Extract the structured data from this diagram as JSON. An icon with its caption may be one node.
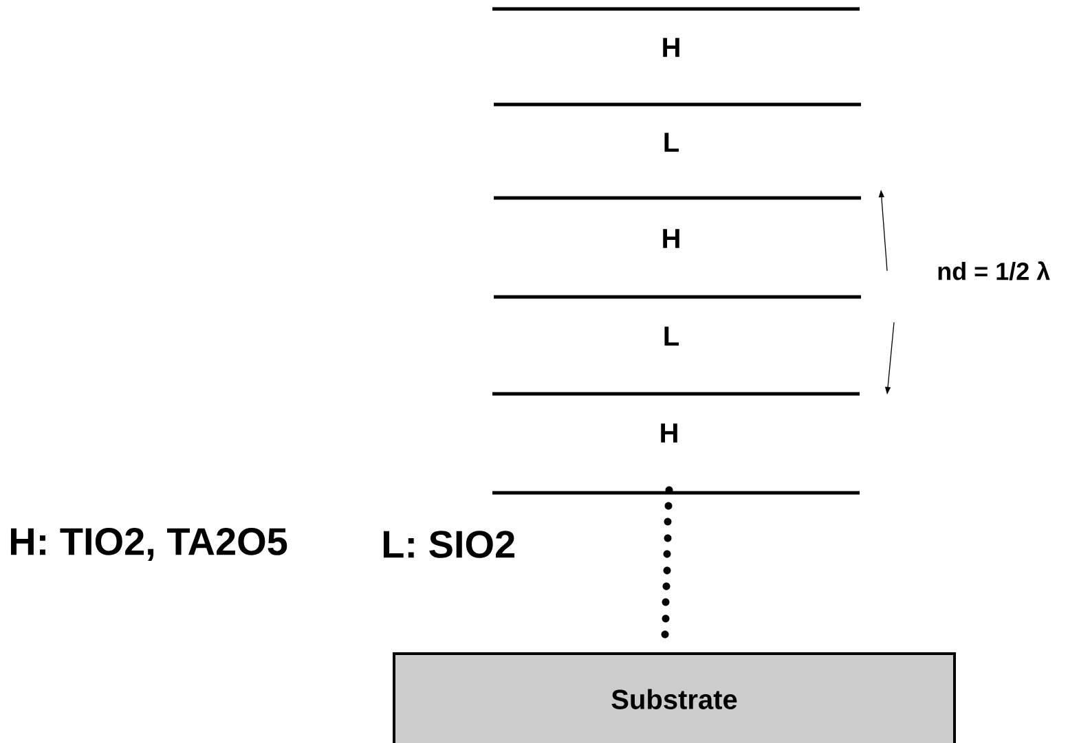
{
  "diagram": {
    "nodes": [
      {
        "text": [
          "H"
        ]
      },
      {
        "text": [
          "L"
        ]
      },
      {
        "text": [
          "H"
        ]
      },
      {
        "text": [
          "L"
        ]
      },
      {
        "text": [
          "H"
        ]
      },
      {
        "text": [
          "Substrate"
        ]
      }
    ],
    "labels": [
      "nd = 1/2 λ",
      "H: TIO2, TA2O5",
      "L: SIO2"
    ]
  }
}
